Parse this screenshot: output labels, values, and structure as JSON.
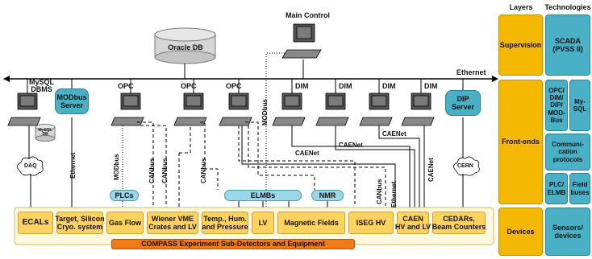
{
  "nodes": {
    "main_control": "Main Control",
    "oracle_db": "Oracle DB",
    "ethernet_top": "Ethernet",
    "mysql_dbms": "MySQL\nDBMS",
    "modbus_server": "MODbus\nServer",
    "dip_server": "DIP\nServer",
    "opc_labels": [
      "OPC",
      "OPC",
      "OPC"
    ],
    "dim_labels": [
      "DIM",
      "DIM",
      "DIM",
      "DIM"
    ],
    "mysql_db": "MySQL\nDB",
    "daq": "DAQ",
    "cern": "CERN",
    "plcs": "PLCs",
    "elmbs": "ELMBs",
    "nmr": "NMR"
  },
  "link_labels": {
    "ethernet_left": "Ethernet",
    "modbus_left": "MODbus",
    "canbus_1": "CANbus",
    "canbus_2": "CANbus",
    "canbus_3": "CANbus",
    "modbus_main": "MODbus",
    "caenet_1": "CAENet",
    "caenet_2": "CAENet",
    "caenet_3": "CAENet",
    "caenet_4": "CAENet",
    "canbus_iseg": "CANbus",
    "ethernet_caen": "Ethernet"
  },
  "devices": [
    "ECALs",
    "Target, Silicon\nCryo. system",
    "Gas Flow",
    "Wiener VME\nCrates and LV",
    "Temp., Hum.\nand Pressure",
    "LV",
    "Magnetic Fields",
    "ISEG HV",
    "CAEN\nHV and LV",
    "CEDARs,\nBeam Counters"
  ],
  "compass_label": "COMPASS Experiment Sub-Detectors and Equipment",
  "side_panel": {
    "layers_header": "Layers",
    "tech_header": "Technologies",
    "layers": [
      "Supervision",
      "Front-ends",
      "Devices"
    ],
    "tech": {
      "scada": "SCADA\n(PVSS II)",
      "opc_dim": "OPC/\nDIM/\nDIP/\nMOD-\nBus",
      "mysql": "My-\nSQL",
      "comm": "Communi-\ncation\nprotocols",
      "plc_elmb": "PLC/\nELMB",
      "field": "Field\nbuses",
      "sensors": "Sensors/\ndevices"
    }
  },
  "colors": {
    "yellow": "#fdd25e",
    "orange": "#f07a1a",
    "teal": "#4ab0c6",
    "light_teal": "#9bd7e6",
    "amber": "#f5b800"
  }
}
